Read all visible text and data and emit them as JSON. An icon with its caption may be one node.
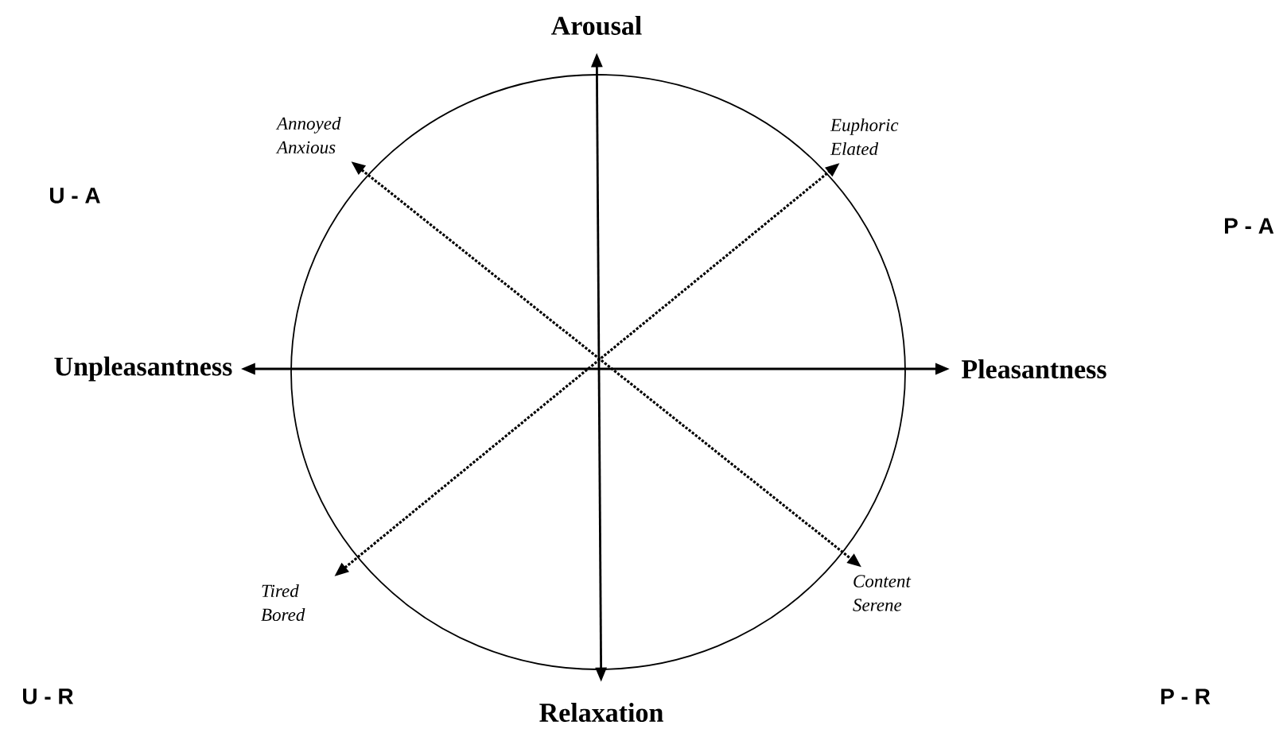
{
  "diagram": {
    "nodes": [
      {
        "text": [
          "Arousal"
        ]
      },
      {
        "text": [
          "Relaxation"
        ]
      },
      {
        "text": [
          "Unpleasantness"
        ]
      },
      {
        "text": [
          "Pleasantness"
        ]
      },
      {
        "text": [
          "Annoyed Anxious"
        ]
      },
      {
        "text": [
          "Euphoric Elated"
        ]
      },
      {
        "text": [
          "Tired Bored"
        ]
      },
      {
        "text": [
          "Content Serene"
        ]
      }
    ],
    "edges": [
      {
        "from": 1,
        "to": 0,
        "arrow": "both"
      },
      {
        "from": 2,
        "to": 3,
        "arrow": "both"
      },
      {
        "from": 6,
        "to": 5,
        "arrow": "both",
        "style": "dashed"
      },
      {
        "from": 4,
        "to": 7,
        "arrow": "both",
        "style": "dashed"
      }
    ],
    "labels": [
      "U - A",
      "P - A",
      "U - R",
      "P - R"
    ]
  }
}
